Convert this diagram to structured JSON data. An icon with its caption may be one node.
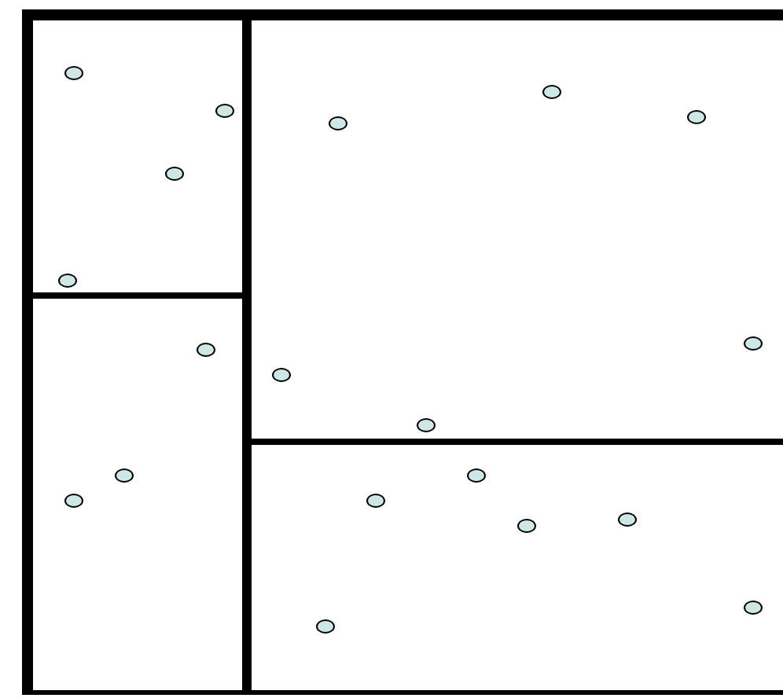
{
  "diagram": {
    "nodes": [
      {
        "text": [],
        "shape": "box"
      },
      {
        "text": [],
        "shape": "box",
        "in": 0
      },
      {
        "text": [],
        "shape": "box",
        "in": 0
      },
      {
        "text": [],
        "shape": "box",
        "in": 0
      },
      {
        "text": [],
        "shape": "box",
        "in": 0
      },
      {
        "text": [],
        "shape": "circle",
        "in": 1
      },
      {
        "text": [],
        "shape": "circle",
        "in": 1
      },
      {
        "text": [],
        "shape": "circle",
        "in": 1
      },
      {
        "text": [],
        "shape": "circle",
        "in": 1
      },
      {
        "text": [],
        "shape": "circle",
        "in": 2
      },
      {
        "text": [],
        "shape": "circle",
        "in": 2
      },
      {
        "text": [],
        "shape": "circle",
        "in": 2
      },
      {
        "text": [],
        "shape": "circle",
        "in": 2
      },
      {
        "text": [],
        "shape": "circle",
        "in": 2
      },
      {
        "text": [],
        "shape": "circle",
        "in": 2
      },
      {
        "text": [],
        "shape": "circle",
        "in": 3
      },
      {
        "text": [],
        "shape": "circle",
        "in": 3
      },
      {
        "text": [],
        "shape": "circle",
        "in": 3
      },
      {
        "text": [],
        "shape": "circle",
        "in": 4
      },
      {
        "text": [],
        "shape": "circle",
        "in": 4
      },
      {
        "text": [],
        "shape": "circle",
        "in": 4
      },
      {
        "text": [],
        "shape": "circle",
        "in": 4
      },
      {
        "text": [],
        "shape": "circle",
        "in": 4
      },
      {
        "text": [],
        "shape": "circle",
        "in": 4
      }
    ]
  }
}
